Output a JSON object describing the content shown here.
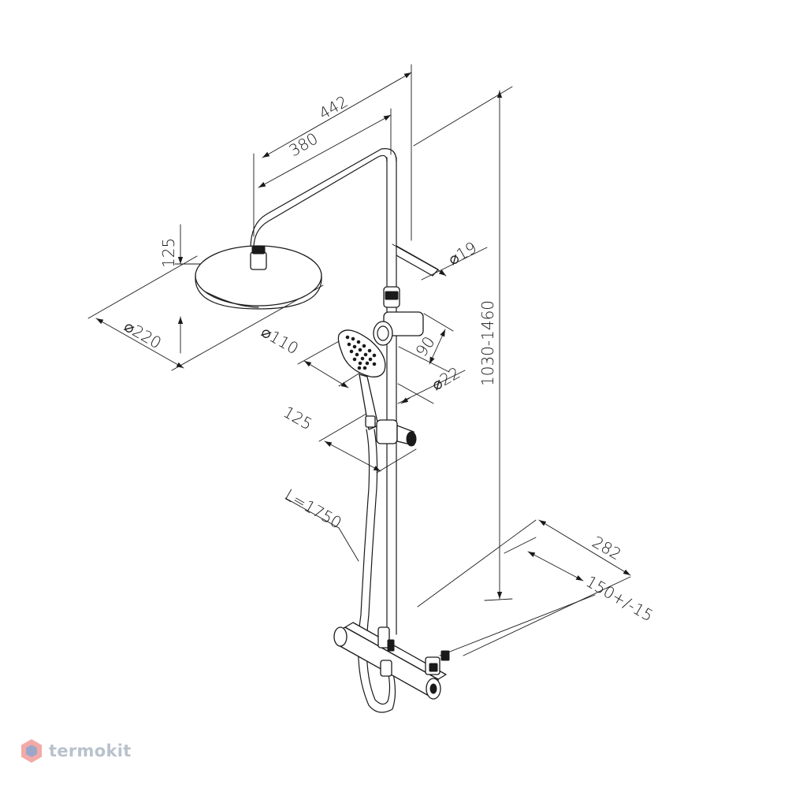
{
  "dimensions": {
    "arm_reach": "442",
    "arm_length": "380",
    "head_height": "125",
    "head_diameter": "⌀220",
    "pipe_diameter": "⌀19",
    "holder_height": "90",
    "hand_diameter": "⌀110",
    "rail_diameter": "⌀22",
    "slider_offset": "125",
    "total_height": "1030-1460",
    "hose_length": "L=1750",
    "mixer_width": "282",
    "inlet_spacing": "150+/-15"
  },
  "watermark": {
    "brand": "termokit",
    "accent_color": "#e9645f",
    "secondary_color": "#7ea6d4"
  }
}
